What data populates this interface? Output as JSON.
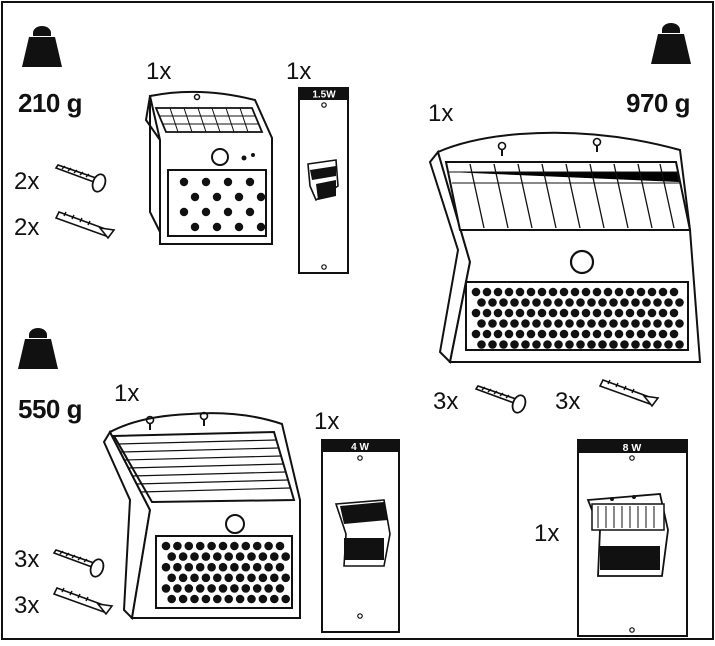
{
  "variants": [
    {
      "weight": "210 g",
      "lamp_qty": "1x",
      "box_qty": "1x",
      "box_label": "1.5W",
      "screw_qty": "2x",
      "anchor_qty": "2x"
    },
    {
      "weight": "970 g",
      "lamp_qty": "1x",
      "box_qty": "1x",
      "box_label": "8 W",
      "screw_qty": "3x",
      "anchor_qty": "3x"
    },
    {
      "weight": "550 g",
      "lamp_qty": "1x",
      "box_qty": "1x",
      "box_label": "4 W",
      "screw_qty": "3x",
      "anchor_qty": "3x"
    }
  ],
  "icons": [
    "weight-icon",
    "screw-icon",
    "wall-anchor-icon",
    "solar-lamp-icon",
    "package-box-icon"
  ],
  "colors": {
    "ink": "#111111",
    "paper": "#ffffff",
    "panel": "#e6e6e6"
  }
}
